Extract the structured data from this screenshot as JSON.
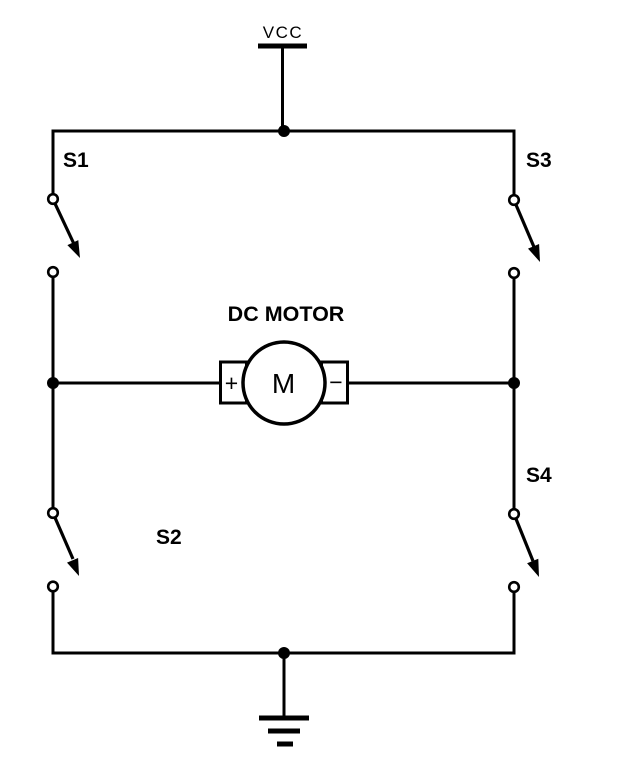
{
  "labels": {
    "vcc": "VCC",
    "title": "DC MOTOR",
    "s1": "S1",
    "s2": "S2",
    "s3": "S3",
    "s4": "S4"
  },
  "motor": {
    "symbol": "M",
    "positive": "+",
    "negative": "−"
  },
  "symbols": {
    "power": "vcc-rail-icon",
    "ground": "ground-icon",
    "switch": "spst-switch-icon",
    "junction": "junction-dot"
  },
  "colors": {
    "ink": "#000000",
    "background": "#ffffff"
  }
}
